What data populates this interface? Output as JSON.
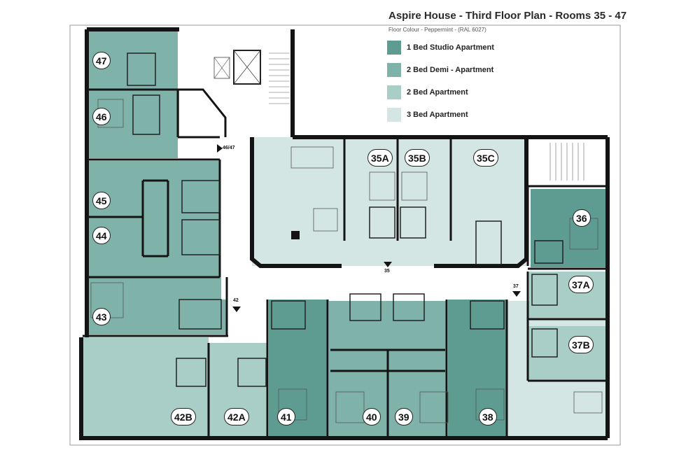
{
  "title": "Aspire House - Third Floor Plan - Rooms  35 - 47",
  "subtitle": "Floor Colour - Peppermint - (RAL 6027)",
  "colors": {
    "studio": "#5e9c92",
    "demi": "#7fb3aa",
    "two_bed": "#a9cdc7",
    "three_bed": "#d4e6e3",
    "corridor": "#ffffff",
    "wall": "#141414"
  },
  "legend": [
    {
      "label": "1 Bed Studio Apartment",
      "color": "#5e9c92"
    },
    {
      "label": "2 Bed Demi - Apartment",
      "color": "#7fb3aa"
    },
    {
      "label": "2 Bed Apartment",
      "color": "#a9cdc7"
    },
    {
      "label": "3 Bed Apartment",
      "color": "#d4e6e3"
    }
  ],
  "rooms": {
    "r47": "47",
    "r46": "46",
    "r45": "45",
    "r44": "44",
    "r43": "43",
    "r42b": "42B",
    "r42a": "42A",
    "r41": "41",
    "r40": "40",
    "r39": "39",
    "r38": "38",
    "r37b": "37B",
    "r37a": "37A",
    "r36": "36",
    "r35a": "35A",
    "r35b": "35B",
    "r35c": "35C"
  },
  "door_labels": {
    "d4647": "46/47",
    "d42": "42",
    "d35": "35",
    "d37": "37"
  }
}
